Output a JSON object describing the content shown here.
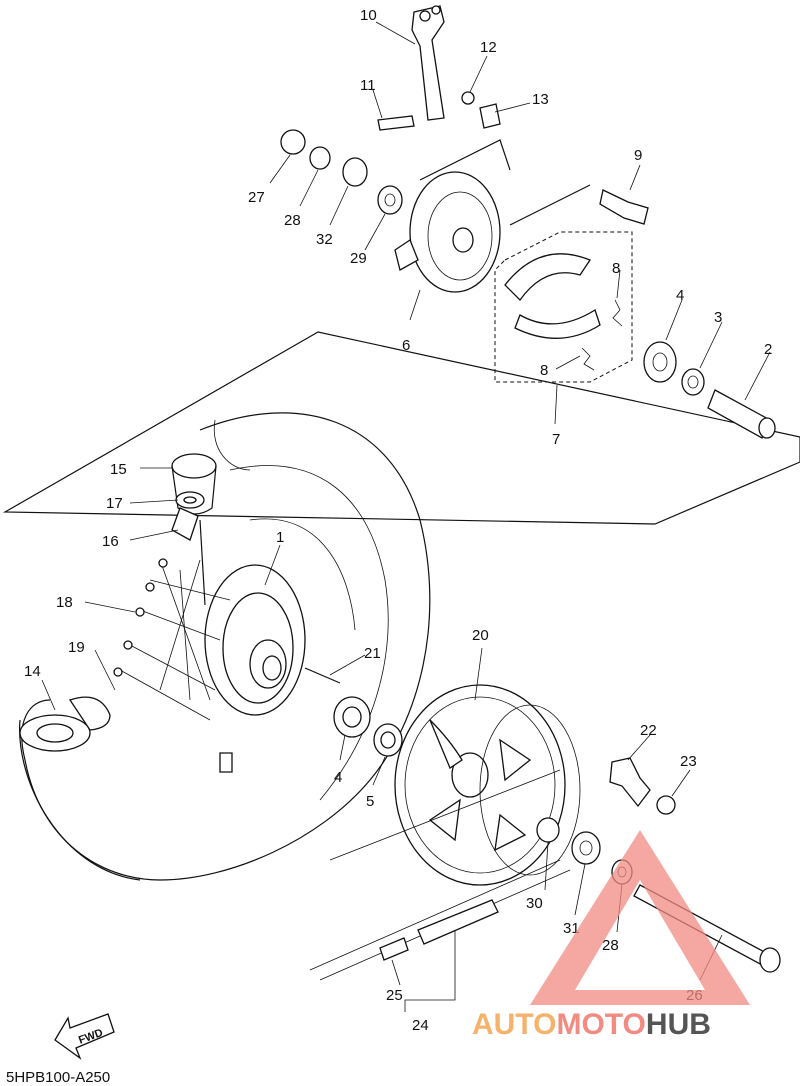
{
  "labels": {
    "p1": "1",
    "p2": "2",
    "p3": "3",
    "p4a": "4",
    "p4b": "4",
    "p5": "5",
    "p6": "6",
    "p7": "7",
    "p8a": "8",
    "p8b": "8",
    "p9": "9",
    "p10": "10",
    "p11": "11",
    "p12": "12",
    "p13": "13",
    "p14": "14",
    "p15": "15",
    "p16": "16",
    "p17": "17",
    "p18": "18",
    "p19": "19",
    "p20": "20",
    "p21": "21",
    "p22": "22",
    "p23": "23",
    "p24": "24",
    "p25": "25",
    "p26": "26",
    "p27": "27",
    "p28a": "28",
    "p28b": "28",
    "p29": "29",
    "p30": "30",
    "p31": "31",
    "p32": "32"
  },
  "fwd_label": "FWD",
  "diagram_code": "5HPB100-A250",
  "watermark": {
    "part1": "AUTO",
    "part2": "MOTO",
    "part3": "HUB",
    "colors": {
      "auto": "#f6b26b",
      "moto": "#f28b82",
      "hub": "#555555",
      "triangle": "#f28b82"
    }
  }
}
